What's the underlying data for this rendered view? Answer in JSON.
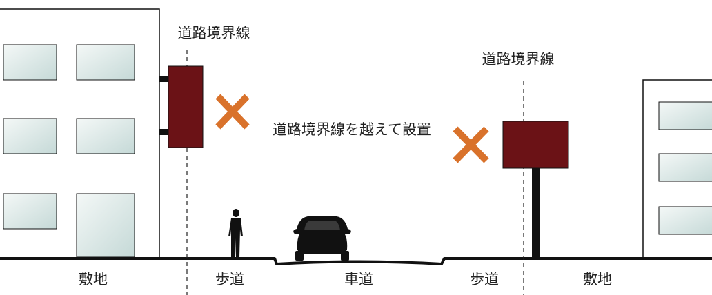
{
  "labels": {
    "boundary_left": "道路境界線",
    "boundary_right": "道路境界線",
    "annotation": "道路境界線を越えて設置",
    "ground_left": "敷地",
    "sidewalk_left": "歩道",
    "roadway": "車道",
    "sidewalk_right": "歩道",
    "ground_right": "敷地"
  },
  "colors": {
    "sign": "#6b1216",
    "cross": "#d9722b",
    "line": "#111111",
    "window_light": "#f2f7f6",
    "window_dark": "#c7dbd9"
  },
  "icons": {
    "cross": "x-mark-icon",
    "person": "pedestrian-icon",
    "car": "car-icon"
  }
}
